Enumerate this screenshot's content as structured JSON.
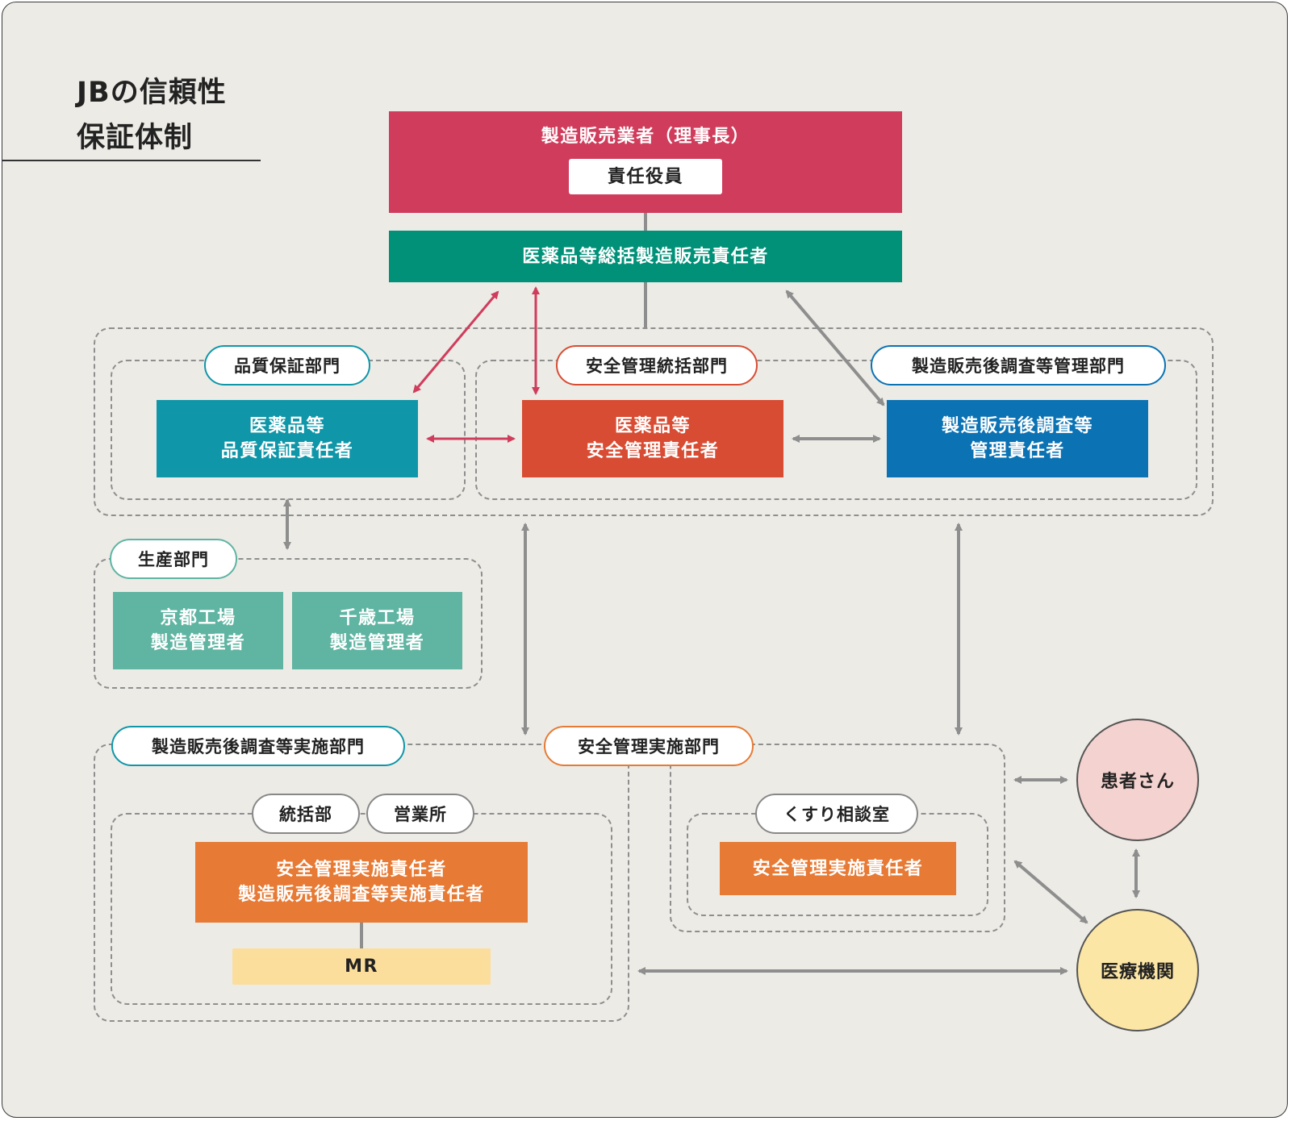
{
  "title": {
    "line1": "JBの信頼性",
    "line2": "保証体制"
  },
  "top": {
    "manufacturer": "製造販売業者（理事長）",
    "executive": "責任役員",
    "general_manager": "医薬品等総括製造販売責任者"
  },
  "departments": {
    "quality_assurance": "品質保証部門",
    "safety_management": "安全管理統括部門",
    "post_marketing": "製造販売後調査等管理部門",
    "production": "生産部門",
    "post_marketing_implementation": "製造販売後調査等実施部門",
    "safety_implementation": "安全管理実施部門"
  },
  "roles": {
    "qa_manager": [
      "医薬品等",
      "品質保証責任者"
    ],
    "safety_manager": [
      "医薬品等",
      "安全管理責任者"
    ],
    "pms_manager": [
      "製造販売後調査等",
      "管理責任者"
    ],
    "kyoto_factory": [
      "京都工場",
      "製造管理者"
    ],
    "chitose_factory": [
      "千歳工場",
      "製造管理者"
    ],
    "implementation_manager": [
      "安全管理実施責任者",
      "製造販売後調査等実施責任者"
    ],
    "mr": "MR",
    "consult_safety": "安全管理実施責任者"
  },
  "units": {
    "headquarters": "統括部",
    "sales_office": "営業所",
    "consultation": "くすり相談室"
  },
  "externals": {
    "patients": "患者さん",
    "medical": "医療機関"
  },
  "colors": {
    "manufacturer": "#d03d5c",
    "general_manager": "#009178",
    "qa": "#0f96a8",
    "safety": "#d84c33",
    "pms": "#0b72b4",
    "factory": "#5fb4a2",
    "implementation": "#e77a34",
    "mr": "#fbde9b",
    "patients": "#f4d2cf",
    "medical": "#fce6a5",
    "arrow_red": "#d03d5c",
    "arrow_gray": "#8e8e8e"
  }
}
